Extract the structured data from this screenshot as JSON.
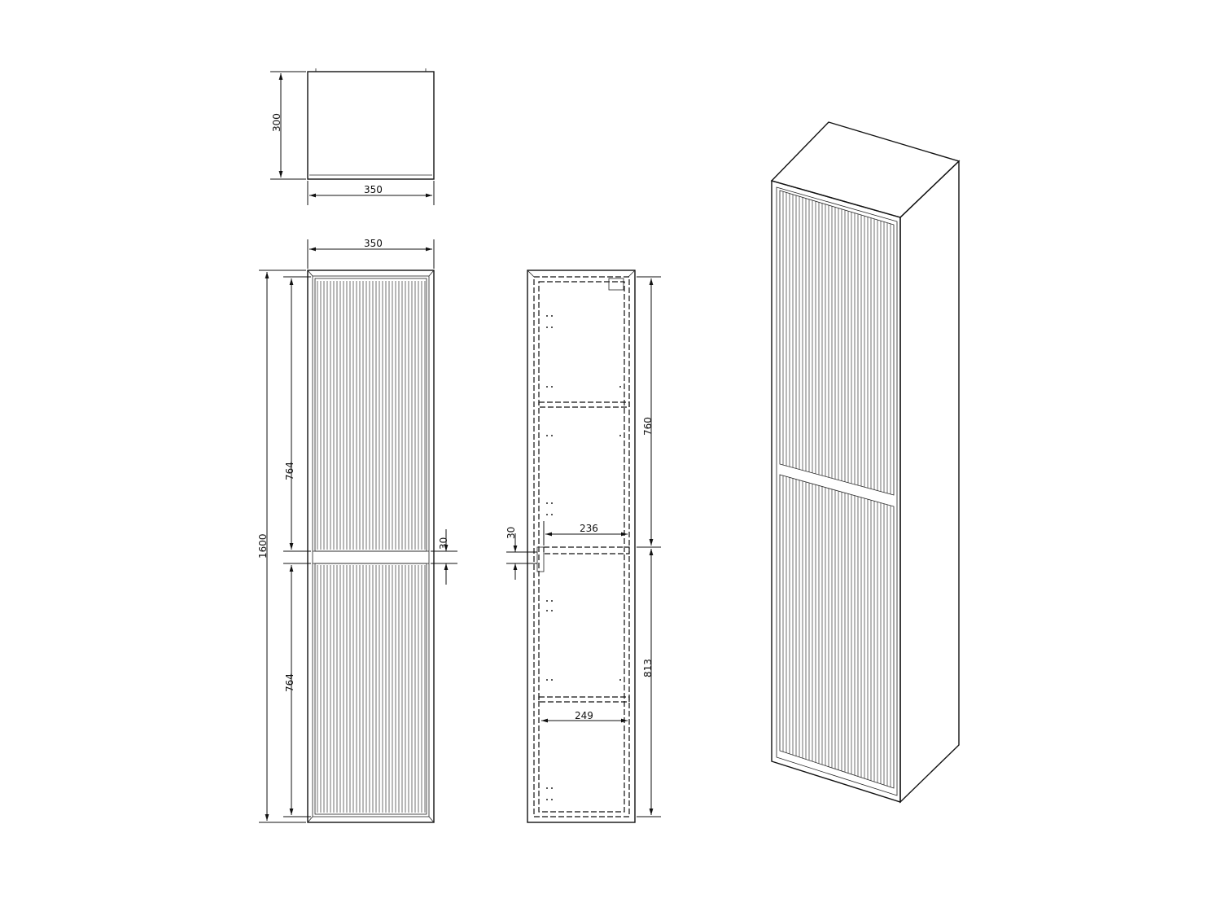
{
  "top_view": {
    "depth": "300",
    "width": "350"
  },
  "front_view": {
    "width": "350",
    "height": "1600",
    "upper_door": "764",
    "lower_door": "764",
    "rail": "30"
  },
  "side_view": {
    "upper_section": "760",
    "lower_section": "813",
    "rail": "30",
    "shelf_upper_width": "236",
    "shelf_lower_width": "249"
  },
  "colors": {
    "line": "#111111",
    "background": "#ffffff"
  }
}
